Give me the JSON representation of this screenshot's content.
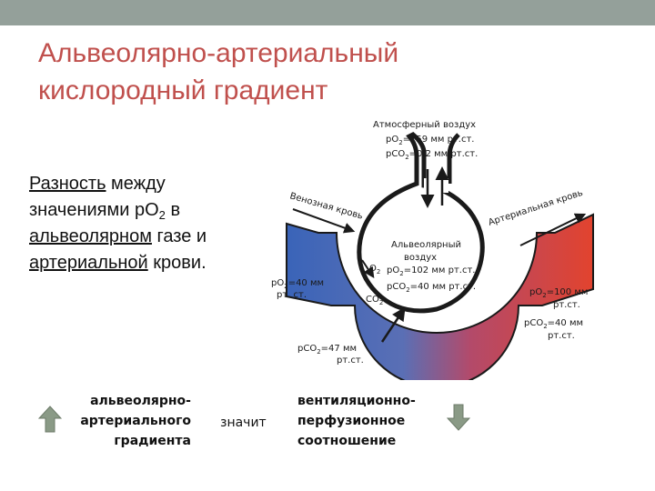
{
  "title": {
    "line1": "Альвеолярно-артериальный",
    "line2": "кислородный градиент"
  },
  "definition": {
    "w1": "Разность",
    "w2": " между значениями pO",
    "w3": "2",
    "w4": " в ",
    "w5": "альвеолярном",
    "w6": " газе и ",
    "w7": "артериальной",
    "w8": " крови."
  },
  "diagram": {
    "atm_title": "Атмосферный воздух",
    "atm_po2_a": "pO",
    "atm_po2_b": "2",
    "atm_po2_c": "=159 мм рт.ст.",
    "atm_pco2_a": "pCO",
    "atm_pco2_b": "2",
    "atm_pco2_c": "=0,2 мм рт.ст.",
    "venous": "Венозная кровь",
    "arterial": "Артериальная кровь",
    "alv_1": "Альвеолярный",
    "alv_2": "воздух",
    "alv_po2_a": "pO",
    "alv_po2_b": "2",
    "alv_po2_c": "=102 мм рт.ст.",
    "alv_pco2_a": "pCO",
    "alv_pco2_b": "2",
    "alv_pco2_c": "=40 мм рт.ст.",
    "o2_a": "O",
    "o2_b": "2",
    "co2_a": "CO",
    "co2_b": "2",
    "ven_po2_a": "pO",
    "ven_po2_b": "2",
    "ven_po2_c": "=40 мм",
    "ven_po2_d": "рт. ст.",
    "ven_pco2_a": "pCO",
    "ven_pco2_b": "2",
    "ven_pco2_c": "=47 мм",
    "ven_pco2_d": "рт.ст.",
    "art_po2_a": "pO",
    "art_po2_b": "2",
    "art_po2_c": "=100 мм",
    "art_po2_d": "рт.ст.",
    "art_pco2_a": "pCO",
    "art_pco2_b": "2",
    "art_pco2_c": "=40 мм",
    "art_pco2_d": "рт.ст."
  },
  "bottom": {
    "left_1": "альвеолярно-",
    "left_2": "артериального",
    "left_3": "градиента",
    "middle": "значит",
    "right_1": "вентиляционно-",
    "right_2": "перфузионное",
    "right_3": "соотношение"
  },
  "icons": {
    "up": "arrow-up-icon",
    "down": "arrow-down-icon"
  },
  "colors": {
    "title": "#c0504d",
    "venous_blood": "#3a64b8",
    "arterial_blood": "#e2432e",
    "arrows": "#8a9a86",
    "top_bar": "#94a09a"
  }
}
